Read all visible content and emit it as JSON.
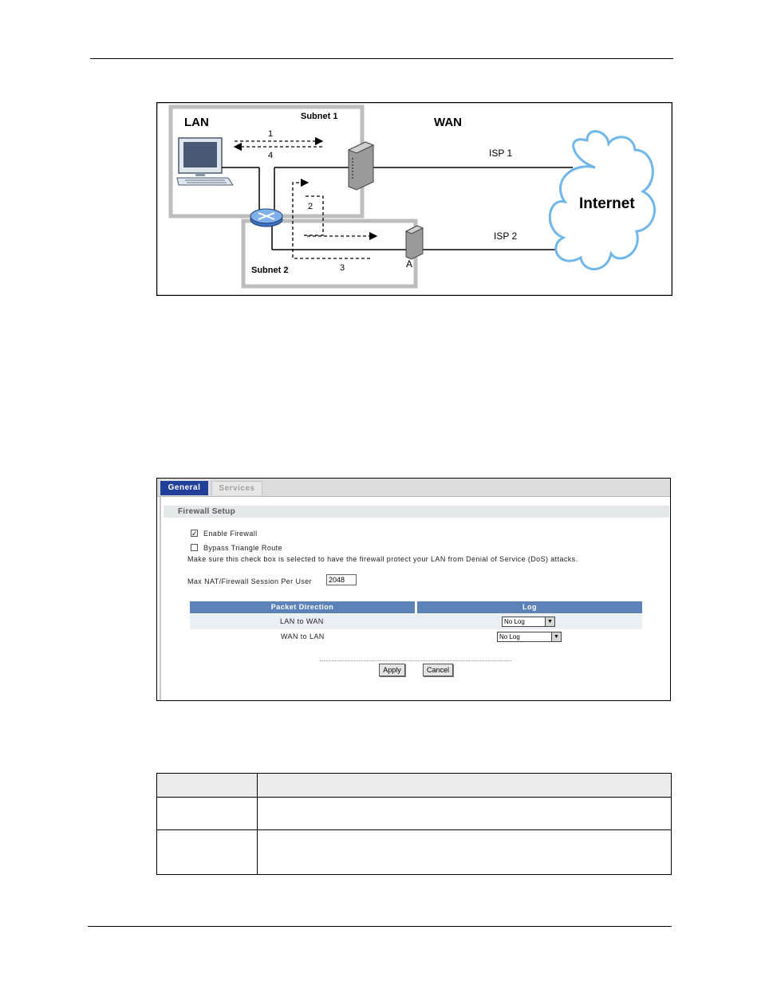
{
  "diagram": {
    "lan_label": "LAN",
    "wan_label": "WAN",
    "subnet1_label": "Subnet 1",
    "subnet2_label": "Subnet 2",
    "isp1_label": "ISP 1",
    "isp2_label": "ISP 2",
    "internet_label": "Internet",
    "router_a_label": "A",
    "path_numbers": [
      "1",
      "2",
      "3",
      "4"
    ]
  },
  "firewall": {
    "tabs": [
      {
        "label": "General",
        "active": true
      },
      {
        "label": "Services",
        "active": false
      }
    ],
    "section_title": "Firewall Setup",
    "enable_firewall": {
      "label": "Enable Firewall",
      "checked": true
    },
    "bypass_triangle": {
      "label": "Bypass Triangle Route",
      "checked": false
    },
    "note": "Make sure this check box is selected to have the firewall protect your LAN from Denial of Service (DoS) attacks.",
    "max_session_label": "Max NAT/Firewall Session Per User",
    "max_session_value": "2048",
    "columns": [
      "Packet Direction",
      "Log"
    ],
    "rows": [
      {
        "direction": "LAN to WAN",
        "log": "No Log"
      },
      {
        "direction": "WAN to LAN",
        "log": "No Log"
      }
    ],
    "apply_label": "Apply",
    "cancel_label": "Cancel"
  },
  "colors": {
    "tab_active": "#1f3f99",
    "table_header": "#5b82b9",
    "cloud": "#6fb6ea"
  }
}
